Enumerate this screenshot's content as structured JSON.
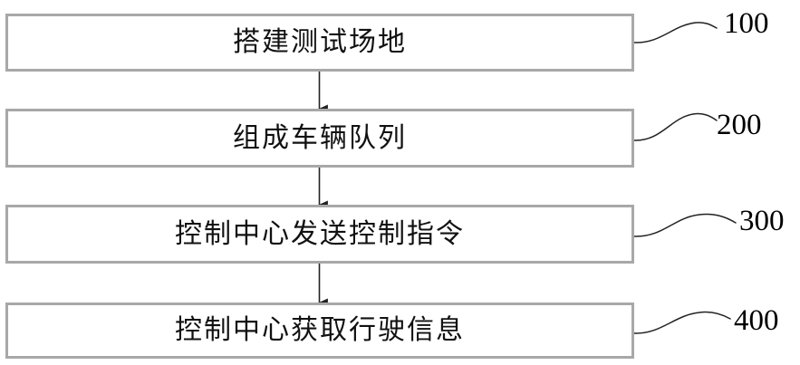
{
  "diagram": {
    "title": "Vehicle platoon test method flowchart",
    "background_color": "#ffffff",
    "box_border_color": "#a8a8a8",
    "text_color": "#111111",
    "connector_color": "#222222",
    "steps": [
      {
        "id": "step-100",
        "label": "搭建测试场地",
        "ref": "100"
      },
      {
        "id": "step-200",
        "label": "组成车辆队列",
        "ref": "200"
      },
      {
        "id": "step-300",
        "label": "控制中心发送控制指令",
        "ref": "300"
      },
      {
        "id": "step-400",
        "label": "控制中心获取行驶信息",
        "ref": "400"
      }
    ],
    "connectors": [
      {
        "from": "step-100",
        "to": "step-200",
        "kind": "arrow-down"
      },
      {
        "from": "step-200",
        "to": "step-300",
        "kind": "arrow-down"
      },
      {
        "from": "step-300",
        "to": "step-400",
        "kind": "arrow-down"
      }
    ],
    "leader_lines": [
      {
        "for": "step-100",
        "kind": "s-curve"
      },
      {
        "for": "step-200",
        "kind": "s-curve"
      },
      {
        "for": "step-300",
        "kind": "s-curve"
      },
      {
        "for": "step-400",
        "kind": "s-curve"
      }
    ]
  }
}
